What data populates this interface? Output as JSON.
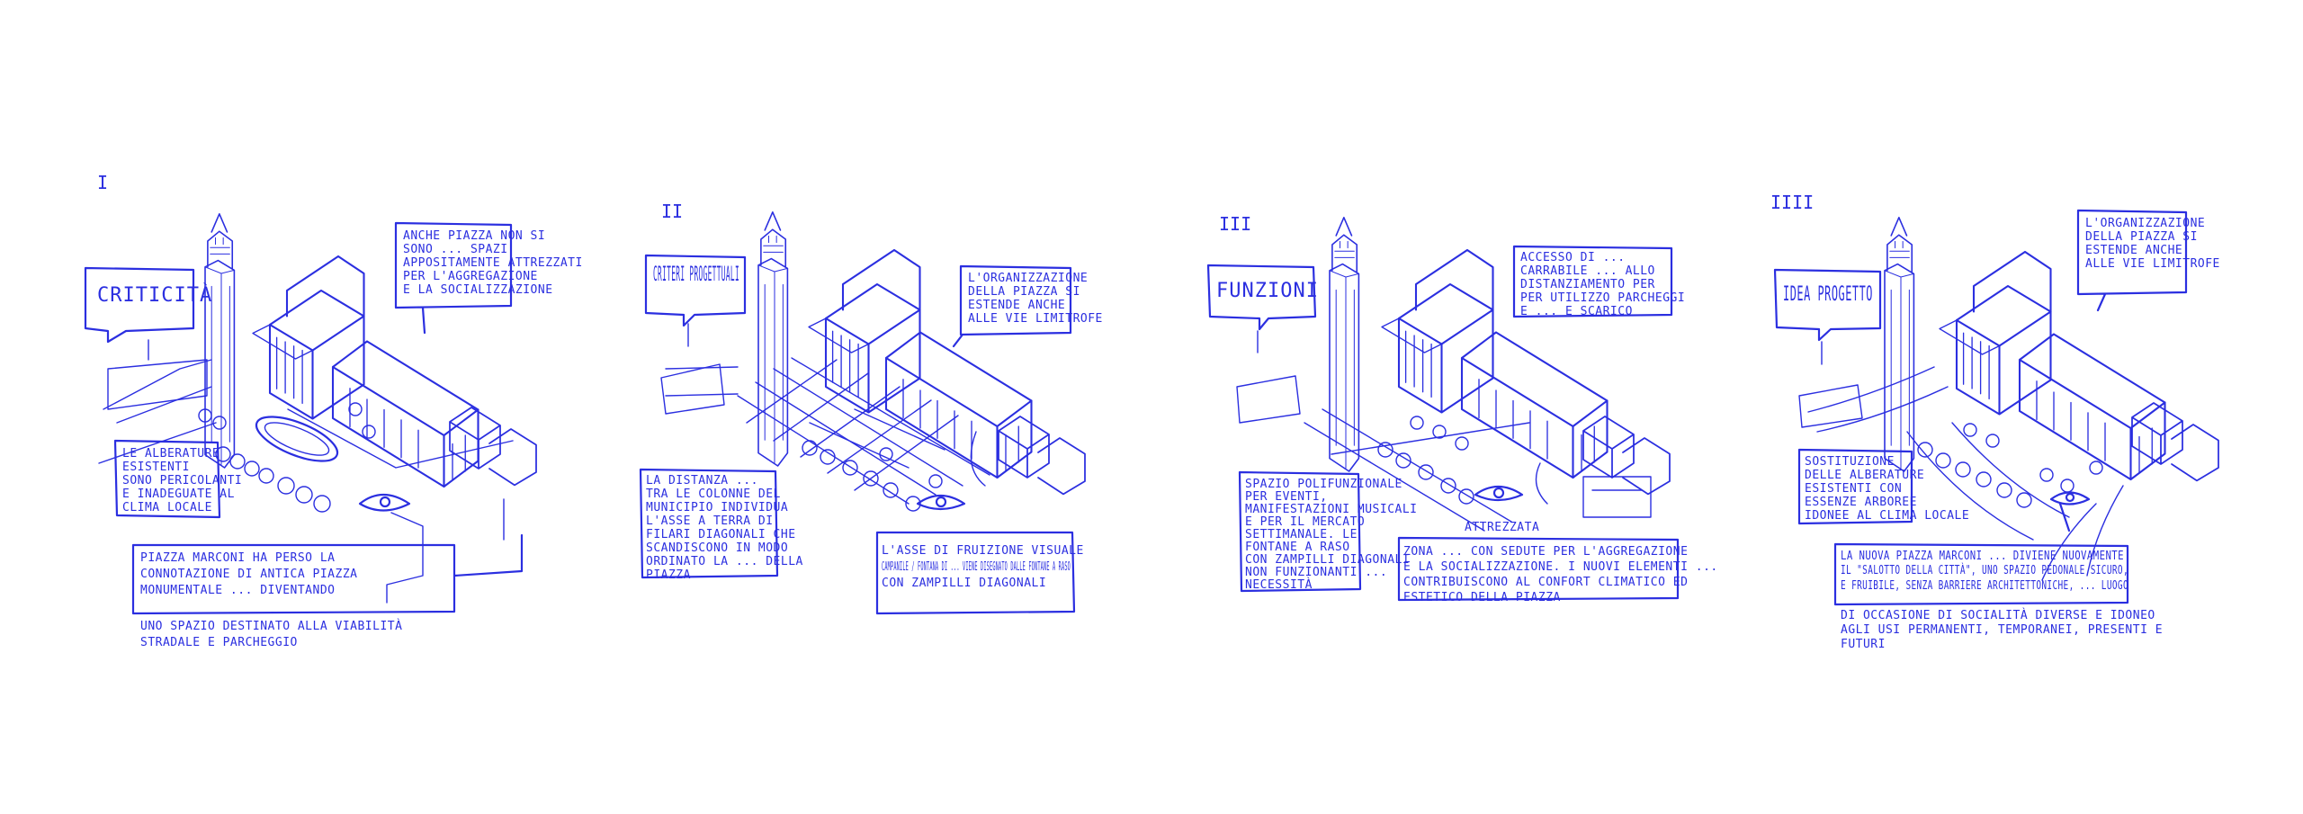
{
  "colors": {
    "ink": "#2b2fe0",
    "paper": "#ffffff"
  },
  "panels": [
    {
      "numeral": "I",
      "heading": "CRITICITÀ",
      "notes": [
        [
          "ANCHE PIAZZA NON SI",
          "SONO ... SPAZI",
          "APPOSITAMENTE ATTREZZATI",
          "PER L'AGGREGAZIONE",
          "E LA SOCIALIZZAZIONE"
        ],
        [
          "LE ALBERATURE",
          "ESISTENTI",
          "SONO PERICOLANTI",
          "E INADEGUATE AL",
          "CLIMA LOCALE"
        ],
        [
          "PIAZZA MARCONI HA PERSO LA",
          "CONNOTAZIONE DI ANTICA PIAZZA",
          "MONUMENTALE ... DIVENTANDO",
          "UNO SPAZIO DESTINATO ALLA VIABILITÀ",
          "STRADALE E PARCHEGGIO"
        ]
      ]
    },
    {
      "numeral": "II",
      "heading": "CRITERI PROGETTUALI",
      "notes": [
        [
          "L'ORGANIZZAZIONE",
          "DELLA PIAZZA SI",
          "ESTENDE ANCHE",
          "ALLE VIE LIMITROFE"
        ],
        [
          "LA DISTANZA ...",
          "TRA LE COLONNE DEL",
          "MUNICIPIO INDIVIDUA",
          "L'ASSE A TERRA DI",
          "FILARI DIAGONALI CHE",
          "SCANDISCONO IN MODO",
          "ORDINATO LA ... DELLA",
          "PIAZZA"
        ],
        [
          "L'ASSE DI FRUIZIONE VISUALE",
          "CAMPANILE / FONTANA DI ... VIENE DISEGNATO DALLE FONTANE A RASO",
          "CON ZAMPILLI DIAGONALI"
        ]
      ]
    },
    {
      "numeral": "III",
      "heading": "FUNZIONI",
      "notes": [
        [
          "ACCESSO DI ...",
          "CARRABILE ... ALLO",
          "DISTANZIAMENTO PER",
          "PER UTILIZZO PARCHEGGI",
          "E ... E SCARICO"
        ],
        [
          "SPAZIO POLIFUNZIONALE",
          "PER EVENTI,",
          "MANIFESTAZIONI MUSICALI",
          "E PER IL MERCATO",
          "SETTIMANALE. LE",
          "FONTANE A RASO",
          "CON ZAMPILLI DIAGONALI",
          "NON FUNZIONANTI ...",
          "NECESSITÀ"
        ],
        [
          "ATTREZZATA"
        ],
        [
          "ZONA ... CON SEDUTE PER L'AGGREGAZIONE",
          "E LA SOCIALIZZAZIONE. I NUOVI ELEMENTI ...",
          "CONTRIBUISCONO AL CONFORT CLIMATICO ED",
          "ESTETICO DELLA PIAZZA"
        ]
      ]
    },
    {
      "numeral": "IIII",
      "heading": "IDEA PROGETTO",
      "notes": [
        [
          "L'ORGANIZZAZIONE",
          "DELLA PIAZZA SI",
          "ESTENDE ANCHE",
          "ALLE VIE LIMITROFE"
        ],
        [
          "SOSTITUZIONE",
          "DELLE ALBERATURE",
          "ESISTENTI CON",
          "ESSENZE ARBOREE",
          "IDONEE AL CLIMA LOCALE"
        ],
        [
          "LA NUOVA PIAZZA MARCONI ... DIVIENE NUOVAMENTE",
          "IL \"SALOTTO DELLA CITTÀ\", UNO SPAZIO PEDONALE SICURO,",
          "E FRUIBILE, SENZA BARRIERE ARCHITETTONICHE, ... LUOGO",
          "DI OCCASIONE DI SOCIALITÀ DIVERSE E IDONEO",
          "AGLI USI PERMANENTI, TEMPORANEI, PRESENTI E",
          "FUTURI"
        ]
      ]
    }
  ]
}
